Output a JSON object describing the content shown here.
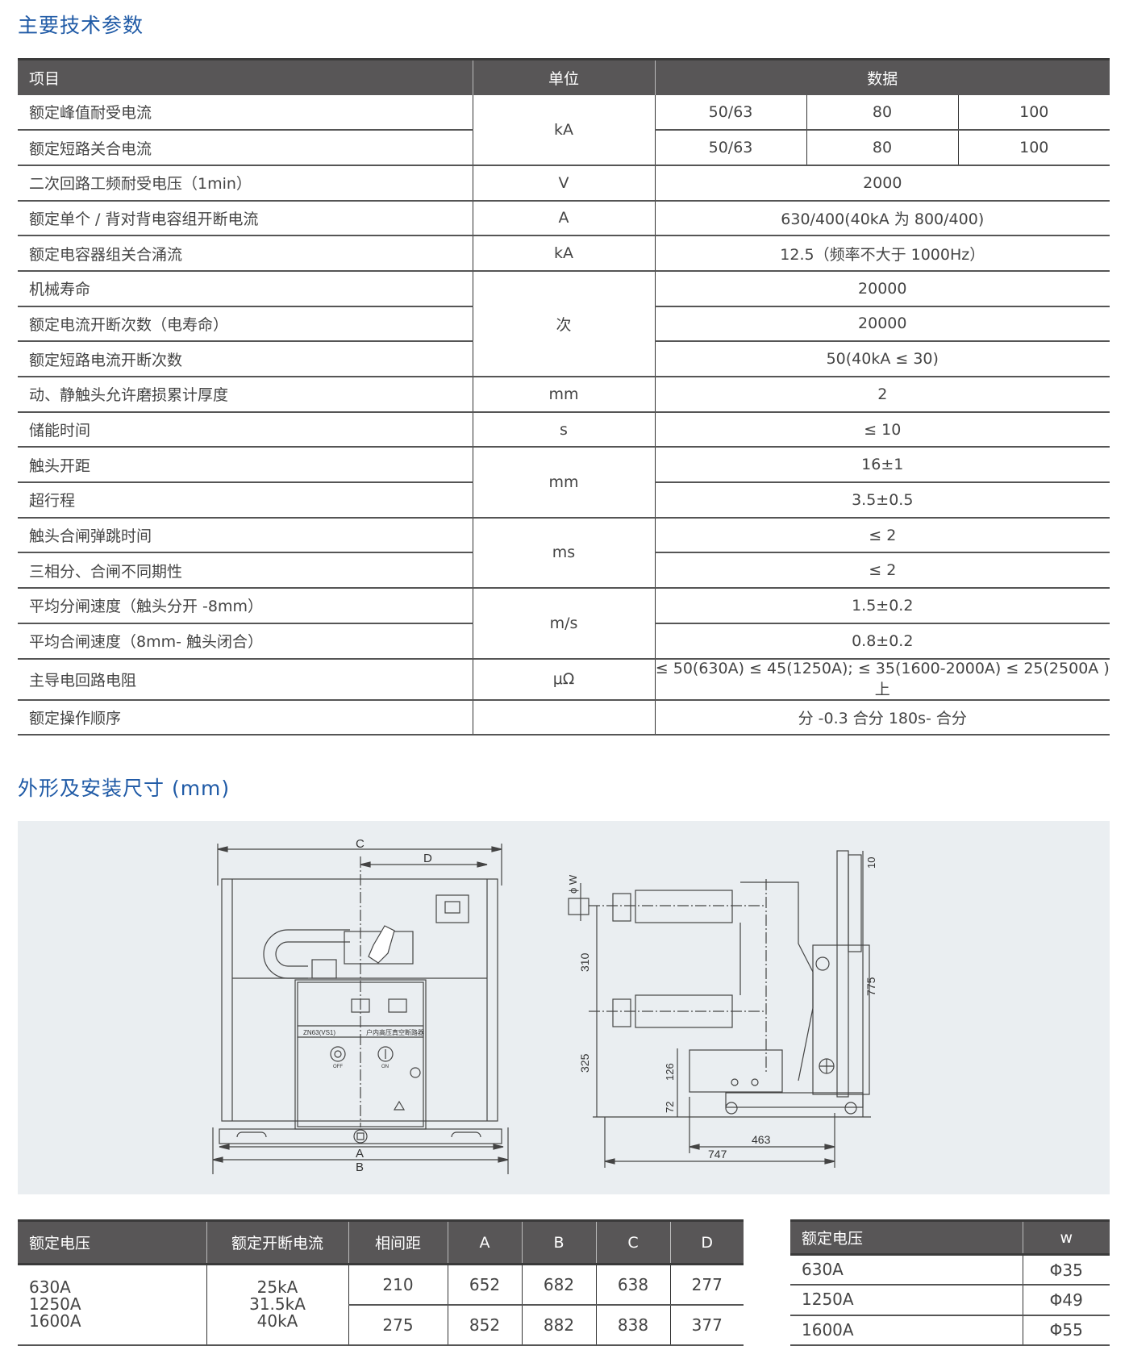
{
  "spec": {
    "title": "主要技术参数",
    "headers": {
      "item": "项目",
      "unit": "单位",
      "data": "数据"
    },
    "rows": [
      {
        "item": "额定峰值耐受电流",
        "unit": "kA",
        "unit_rowspan": 2,
        "data": [
          "50/63",
          "80",
          "100"
        ]
      },
      {
        "item": "额定短路关合电流",
        "data": [
          "50/63",
          "80",
          "100"
        ]
      },
      {
        "item": "二次回路工频耐受电压（1min）",
        "unit": "V",
        "data": "2000"
      },
      {
        "item": "额定单个 / 背对背电容组开断电流",
        "unit": "A",
        "data": "630/400(40kA 为 800/400)"
      },
      {
        "item": "额定电容器组关合涌流",
        "unit": "kA",
        "data": "12.5（频率不大于 1000Hz）"
      },
      {
        "item": "机械寿命",
        "unit": "次",
        "unit_rowspan": 3,
        "data": "20000"
      },
      {
        "item": "额定电流开断次数（电寿命）",
        "data": "20000"
      },
      {
        "item": "额定短路电流开断次数",
        "data": "50(40kA ≤ 30)"
      },
      {
        "item": "动、静触头允许磨损累计厚度",
        "unit": "mm",
        "data": "2"
      },
      {
        "item": "储能时间",
        "unit": "s",
        "data": "≤ 10"
      },
      {
        "item": "触头开距",
        "unit": "mm",
        "unit_rowspan": 2,
        "data": "16±1"
      },
      {
        "item": "超行程",
        "data": "3.5±0.5"
      },
      {
        "item": "触头合闸弹跳时间",
        "unit": "ms",
        "unit_rowspan": 2,
        "data": "≤ 2"
      },
      {
        "item": "三相分、合闸不同期性",
        "data": "≤ 2"
      },
      {
        "item": "平均分闸速度（触头分开 -8mm）",
        "unit": "m/s",
        "unit_rowspan": 2,
        "data": "1.5±0.2"
      },
      {
        "item": "平均合闸速度（8mm- 触头闭合）",
        "data": "0.8±0.2"
      },
      {
        "item": "主导电回路电阻",
        "unit": "μΩ",
        "data": "≤ 50(630A) ≤ 45(1250A); ≤ 35(1600-2000A) ≤ 25(2500A ) 上"
      },
      {
        "item": "额定操作顺序",
        "unit": "",
        "data": "分 -0.3 合分 180s- 合分"
      }
    ]
  },
  "dimensions": {
    "title": "外形及安装尺寸 (mm)",
    "front_labels": {
      "a": "A",
      "b": "B",
      "c": "C",
      "d": "D",
      "model": "ZN63(VS1)",
      "name": "户内高压真空断路器",
      "off": "OFF",
      "on": "ON"
    },
    "side_labels": {
      "w": "ϕ W",
      "d310": "310",
      "d325": "325",
      "d126": "126",
      "d72": "72",
      "d463": "463",
      "d747": "747",
      "d775": "775",
      "d10": "10"
    },
    "table": {
      "headers": [
        "额定电压",
        "额定开断电流",
        "相间距",
        "A",
        "B",
        "C",
        "D"
      ],
      "voltage": "630A\n1250A\n1600A",
      "current": "25kA\n31.5kA\n40kA",
      "rows": [
        [
          "210",
          "652",
          "682",
          "638",
          "277"
        ],
        [
          "275",
          "852",
          "882",
          "838",
          "377"
        ]
      ]
    },
    "w_table": {
      "headers": [
        "额定电压",
        "w"
      ],
      "rows": [
        [
          "630A",
          "Φ35"
        ],
        [
          "1250A",
          "Φ49"
        ],
        [
          "1600A",
          "Φ55"
        ]
      ]
    }
  },
  "colors": {
    "title": "#1f5aa6",
    "header_bg": "#585657",
    "drawing_bg": "#eaeef1"
  }
}
